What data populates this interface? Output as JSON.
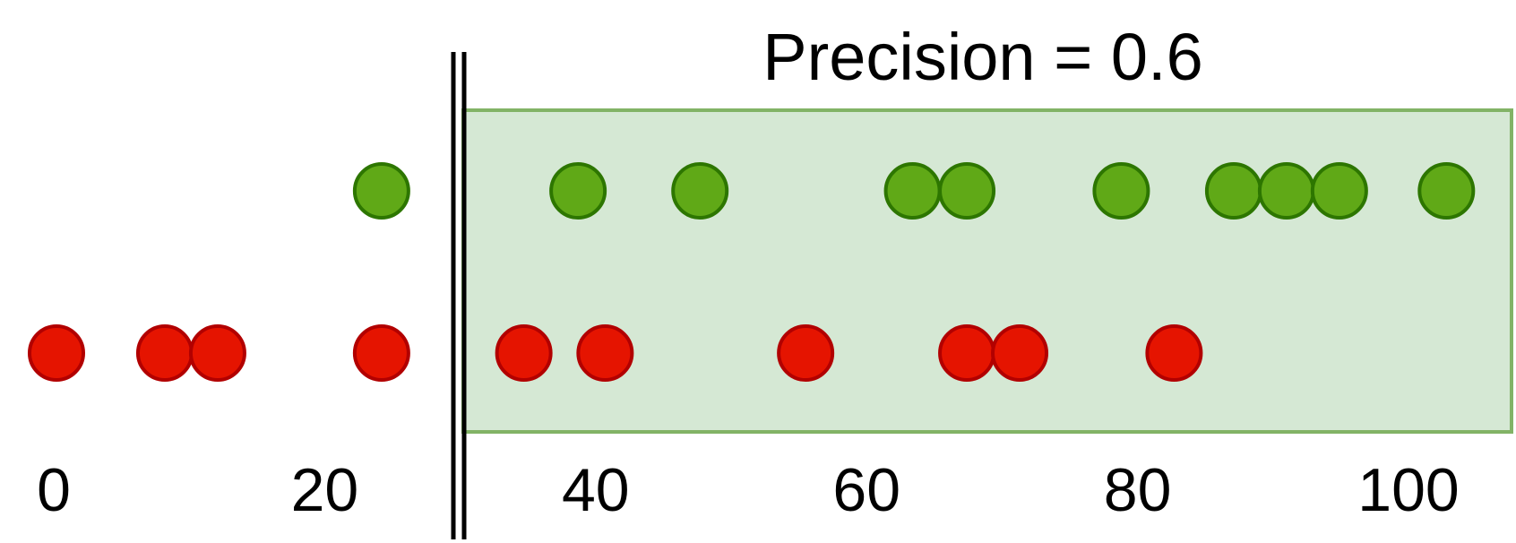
{
  "precision_label": "Precision = 0.6",
  "axis": {
    "min": 0,
    "max": 100,
    "ticks": [
      {
        "value": 0,
        "label": "0"
      },
      {
        "value": 20,
        "label": "20"
      },
      {
        "value": 40,
        "label": "40"
      },
      {
        "value": 60,
        "label": "60"
      },
      {
        "value": 80,
        "label": "80"
      },
      {
        "value": 100,
        "label": "100"
      }
    ]
  },
  "threshold": 29.5,
  "positive_points": [
    24,
    38.5,
    47.5,
    63.2,
    67.2,
    78.6,
    86.9,
    90.8,
    94.7,
    102.6
  ],
  "negative_points": [
    0,
    8,
    11.9,
    24,
    34.5,
    40.5,
    55.3,
    67.2,
    71.1,
    82.5
  ],
  "colors": {
    "positive_fill": "#60a917",
    "positive_stroke": "#2d7600",
    "negative_fill": "#e51400",
    "negative_stroke": "#b20000",
    "region_fill": "#d5e8d4",
    "region_stroke": "#82b366",
    "threshold_line": "#000000"
  }
}
